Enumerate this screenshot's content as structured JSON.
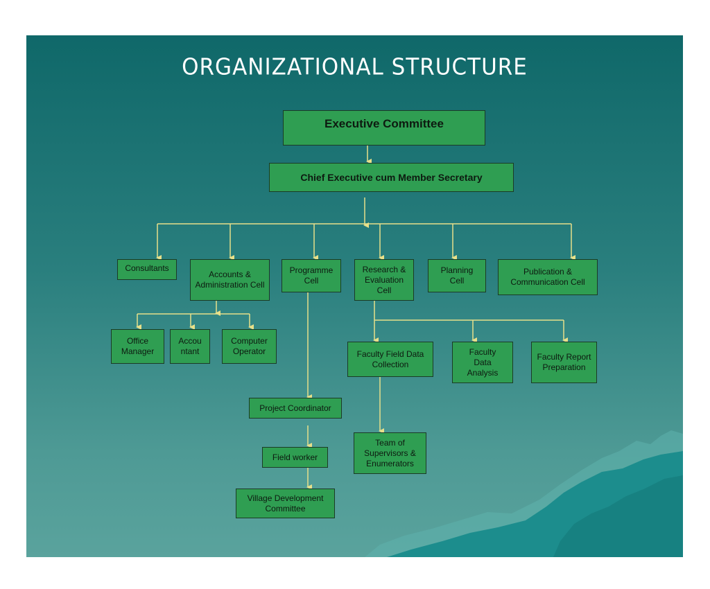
{
  "title": "ORGANIZATIONAL STRUCTURE",
  "colors": {
    "box_fill": "#2f9e52",
    "connector": "#e8e08a",
    "title": "#ffffff",
    "background": "#1e7473"
  },
  "nodes": {
    "executive_committee": "Executive Committee",
    "chief_executive": "Chief Executive cum Member Secretary",
    "consultants": "Consultants",
    "accounts_admin": "Accounts & Administration Cell",
    "programme_cell": "Programme Cell",
    "research_eval": "Research & Evaluation Cell",
    "planning_cell": "Planning Cell",
    "publication": "Publication & Communication Cell",
    "office_manager": "Office Manager",
    "accountant": "Accou ntant",
    "computer_operator": "Computer Operator",
    "field_data": "Faculty Field Data Collection",
    "data_analysis": "Faculty Data Analysis",
    "report_prep": "Faculty Report Preparation",
    "project_coordinator": "Project Coordinator",
    "field_worker": "Field worker",
    "village_dev": "Village Development Committee",
    "supervisors": "Team of Supervisors & Enumerators"
  }
}
